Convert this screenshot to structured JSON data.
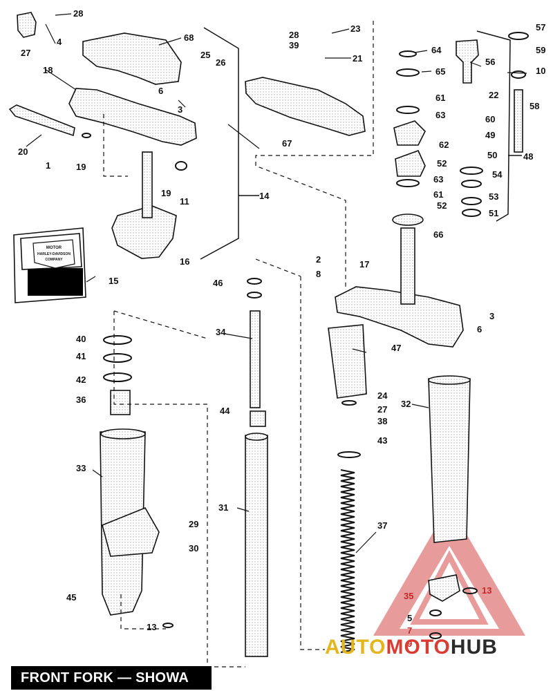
{
  "caption": "FRONT FORK — SHOWA",
  "watermark": {
    "part1": "AUTO",
    "part2": "MOTO",
    "part3": "HUB"
  },
  "logo": {
    "line1": "MOTOR",
    "line2": "HARLEY-DAVIDSON",
    "line3": "COMPANY"
  },
  "callouts": {
    "c28a": "28",
    "c4": "4",
    "c27a": "27",
    "c68": "68",
    "c25": "25",
    "c26": "26",
    "c18": "18",
    "c6a": "6",
    "c3a": "3",
    "c20": "20",
    "c1": "1",
    "c19a": "19",
    "c19b": "19",
    "c11": "11",
    "c14": "14",
    "c16": "16",
    "c15": "15",
    "c28b": "28",
    "c39": "39",
    "c23": "23",
    "c21": "21",
    "c67": "67",
    "c64": "64",
    "c65": "65",
    "c61a": "61",
    "c63a": "63",
    "c62": "62",
    "c63b": "63",
    "c61b": "61",
    "c66": "66",
    "c57": "57",
    "c59": "59",
    "c56": "56",
    "c10": "10",
    "c22": "22",
    "c58": "58",
    "c60": "60",
    "c49": "49",
    "c50": "50",
    "c48": "48",
    "c52a": "52",
    "c54": "54",
    "c53": "53",
    "c52b": "52",
    "c51": "51",
    "c2": "2",
    "c8": "8",
    "c17": "17",
    "c3b": "3",
    "c6b": "6",
    "c46": "46",
    "c34": "34",
    "c47": "47",
    "c40": "40",
    "c41": "41",
    "c42": "42",
    "c36": "36",
    "c44": "44",
    "c24": "24",
    "c27b": "27",
    "c38": "38",
    "c43": "43",
    "c32": "32",
    "c33": "33",
    "c31": "31",
    "c37": "37",
    "c29": "29",
    "c30": "30",
    "c45": "45",
    "c13a": "13",
    "c35": "35",
    "c13b": "13",
    "c5": "5",
    "c7": "7",
    "c9": "9"
  }
}
